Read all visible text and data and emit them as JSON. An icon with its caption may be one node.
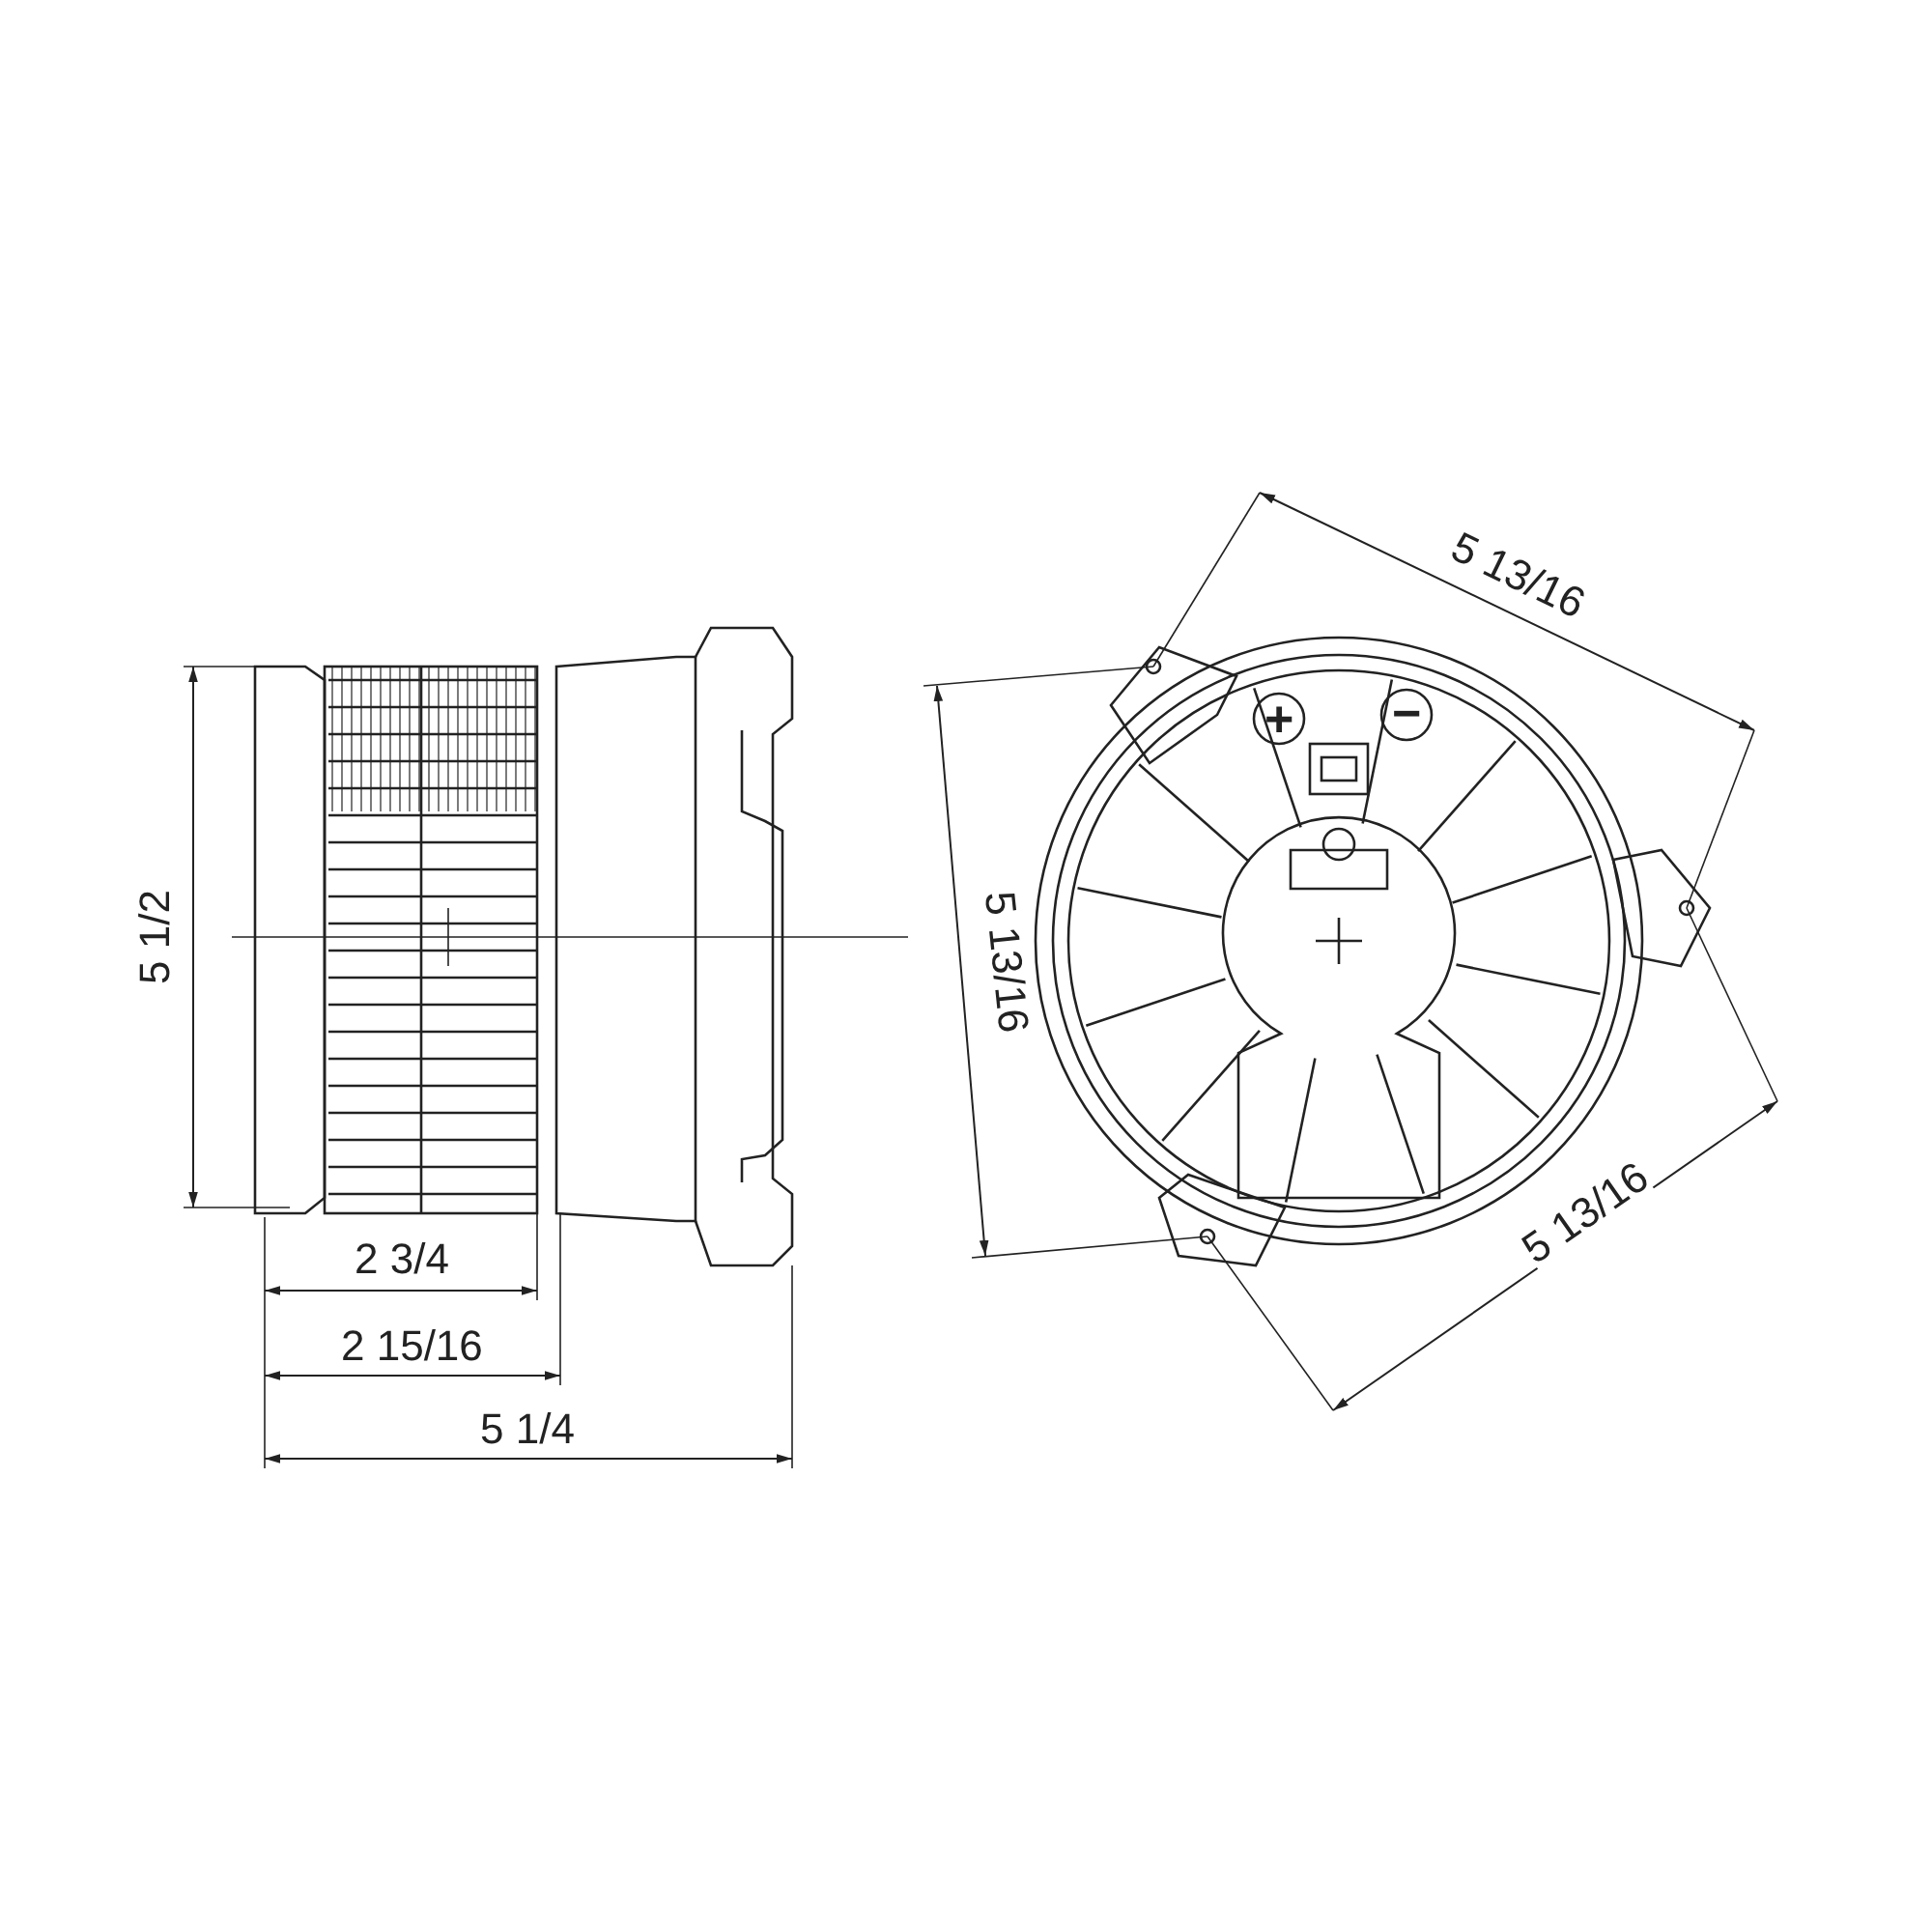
{
  "diagram": {
    "labels": [
      "5 13/16",
      "+",
      "−",
      "5 1/2",
      "5 13/16",
      "5 13/16",
      "2 3/4",
      "2 15/16",
      "5 1/4"
    ]
  }
}
